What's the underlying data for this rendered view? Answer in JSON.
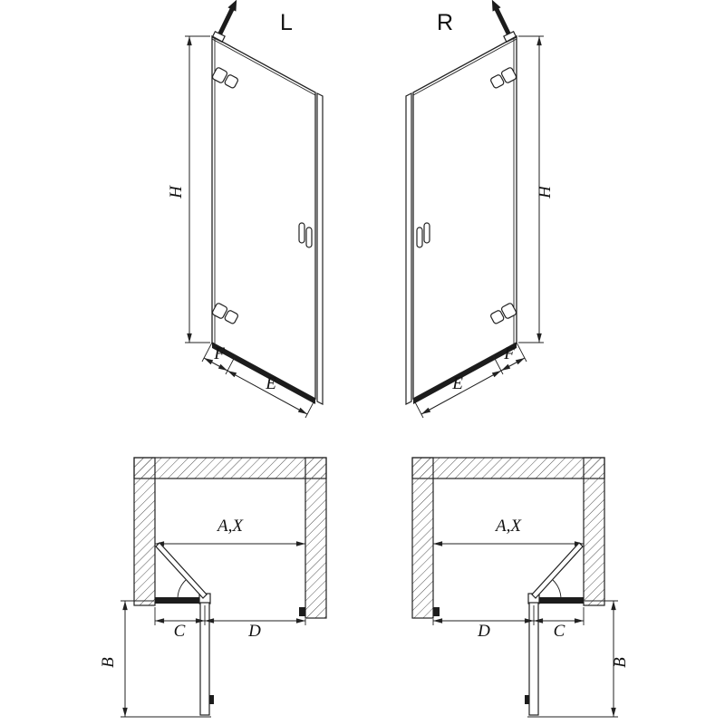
{
  "page": {
    "background_color": "#ffffff",
    "line_color": "#222222"
  },
  "diagrams": {
    "door_left": {
      "variant_label": "L",
      "height_label": "H",
      "hinge_side_label": "F",
      "door_width_label": "E"
    },
    "door_right": {
      "variant_label": "R",
      "height_label": "H",
      "hinge_side_label": "F",
      "door_width_label": "E"
    },
    "plan_left": {
      "opening_label": "A,X",
      "fixed_part_label": "C",
      "door_part_label": "D",
      "depth_label": "B"
    },
    "plan_right": {
      "opening_label": "A,X",
      "fixed_part_label": "C",
      "door_part_label": "D",
      "depth_label": "B"
    }
  }
}
